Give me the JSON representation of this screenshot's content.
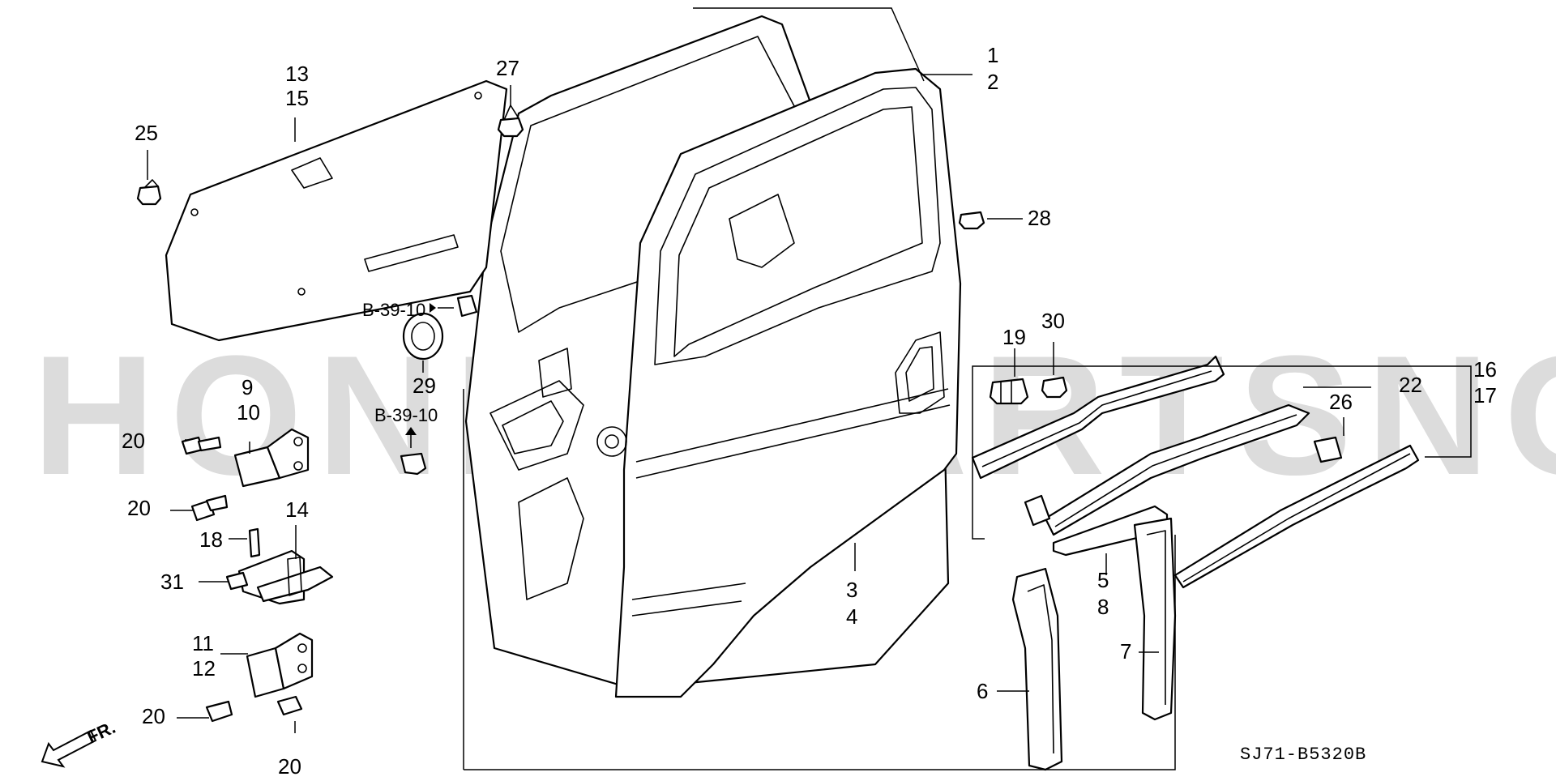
{
  "diagram": {
    "watermark": "HONDAPARTSNOW.COM",
    "diagram_code": "SJ71-B5320B",
    "front_arrow_label": "FR.",
    "refs": {
      "upper": "B-39-10",
      "lower": "B-39-10"
    },
    "callouts": {
      "c1": "1",
      "c2": "2",
      "c3": "3",
      "c4": "4",
      "c5": "5",
      "c6": "6",
      "c7": "7",
      "c8": "8",
      "c9": "9",
      "c10": "10",
      "c11": "11",
      "c12": "12",
      "c13": "13",
      "c14": "14",
      "c15": "15",
      "c16": "16",
      "c17": "17",
      "c18": "18",
      "c19": "19",
      "c20a": "20",
      "c20b": "20",
      "c20c": "20",
      "c20d": "20",
      "c22": "22",
      "c25": "25",
      "c26": "26",
      "c27": "27",
      "c28": "28",
      "c29": "29",
      "c30": "30",
      "c31": "31"
    }
  }
}
